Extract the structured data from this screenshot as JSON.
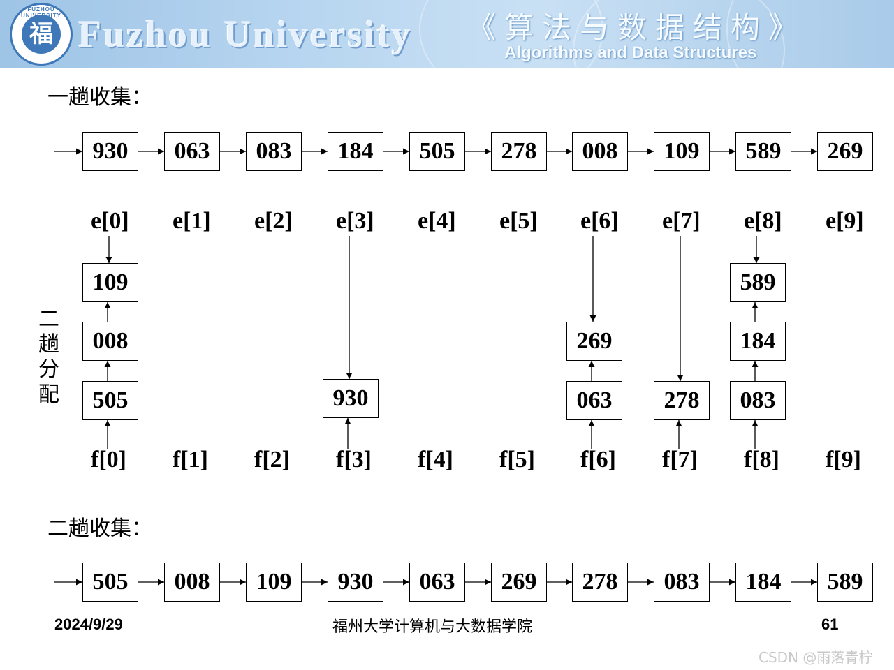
{
  "header": {
    "logo_mark": "福",
    "logo_ring_text": "FUZHOU UNIVERSITY",
    "university_name": "Fuzhou University",
    "course_title_cn": "《算法与数据结构》",
    "course_title_en": "Algorithms and Data Structures"
  },
  "section1": {
    "title": "一趟收集：",
    "sequence": [
      "930",
      "063",
      "083",
      "184",
      "505",
      "278",
      "008",
      "109",
      "589",
      "269"
    ]
  },
  "distribution": {
    "side_label": "二趟分配",
    "e_labels": [
      "e[0]",
      "e[1]",
      "e[2]",
      "e[3]",
      "e[4]",
      "e[5]",
      "e[6]",
      "e[7]",
      "e[8]",
      "e[9]"
    ],
    "f_labels": [
      "f[0]",
      "f[1]",
      "f[2]",
      "f[3]",
      "f[4]",
      "f[5]",
      "f[6]",
      "f[7]",
      "f[8]",
      "f[9]"
    ],
    "buckets": [
      {
        "index": 0,
        "items_bottom_to_top": [
          "505",
          "008",
          "109"
        ]
      },
      {
        "index": 3,
        "items_bottom_to_top": [
          "930"
        ]
      },
      {
        "index": 6,
        "items_bottom_to_top": [
          "063",
          "269"
        ]
      },
      {
        "index": 7,
        "items_bottom_to_top": [
          "278"
        ]
      },
      {
        "index": 8,
        "items_bottom_to_top": [
          "083",
          "184",
          "589"
        ]
      }
    ]
  },
  "section2": {
    "title": "二趟收集：",
    "sequence": [
      "505",
      "008",
      "109",
      "930",
      "063",
      "269",
      "278",
      "083",
      "184",
      "589"
    ]
  },
  "footer": {
    "date": "2024/9/29",
    "institution": "福州大学计算机与大数据学院",
    "page_number": "61"
  },
  "watermark": "CSDN @雨落青柠"
}
